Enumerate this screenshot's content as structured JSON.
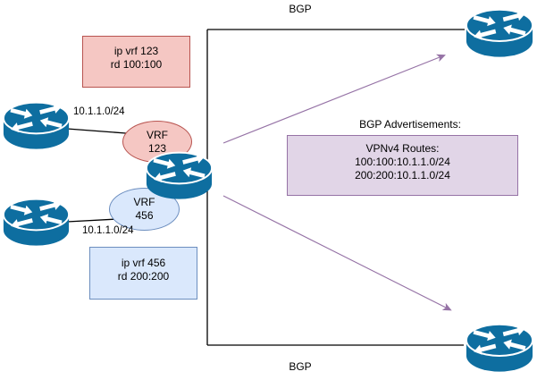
{
  "labels": {
    "bgp_top": "BGP",
    "bgp_bottom": "BGP",
    "bgp_advertisements_title": "BGP Advertisements:",
    "subnet_top": "10.1.1.0/24",
    "subnet_bottom": "10.1.1.0/24"
  },
  "boxes": {
    "vrf123_config": {
      "lines": [
        "ip vrf 123",
        "rd 100:100"
      ],
      "fill": "#f5c7c3",
      "border": "#b85450"
    },
    "vrf456_config": {
      "lines": [
        "ip vrf 456",
        "rd 200:200"
      ],
      "fill": "#dae8fc",
      "border": "#6c8ebf"
    },
    "vpnv4_routes": {
      "lines": [
        "VPNv4 Routes:",
        "100:100:10.1.1.0/24",
        "200:200:10.1.1.0/24"
      ],
      "fill": "#e1d5e7",
      "border": "#9673a6"
    }
  },
  "ellipses": {
    "vrf123": {
      "lines": [
        "VRF",
        "123"
      ],
      "fill": "#f5c7c3",
      "border": "#b85450"
    },
    "vrf456": {
      "lines": [
        "VRF",
        "456"
      ],
      "fill": "#dae8fc",
      "border": "#6c8ebf"
    }
  },
  "icons": {
    "router": "cisco-router-cylinder-with-crossed-arrows"
  },
  "colors": {
    "background": "#ffffff",
    "router_fill": "#0e6ea0",
    "router_arrows": "#ffffff",
    "connector_line": "#000000",
    "advert_arrow": "#9673a6",
    "text": "#000000"
  }
}
